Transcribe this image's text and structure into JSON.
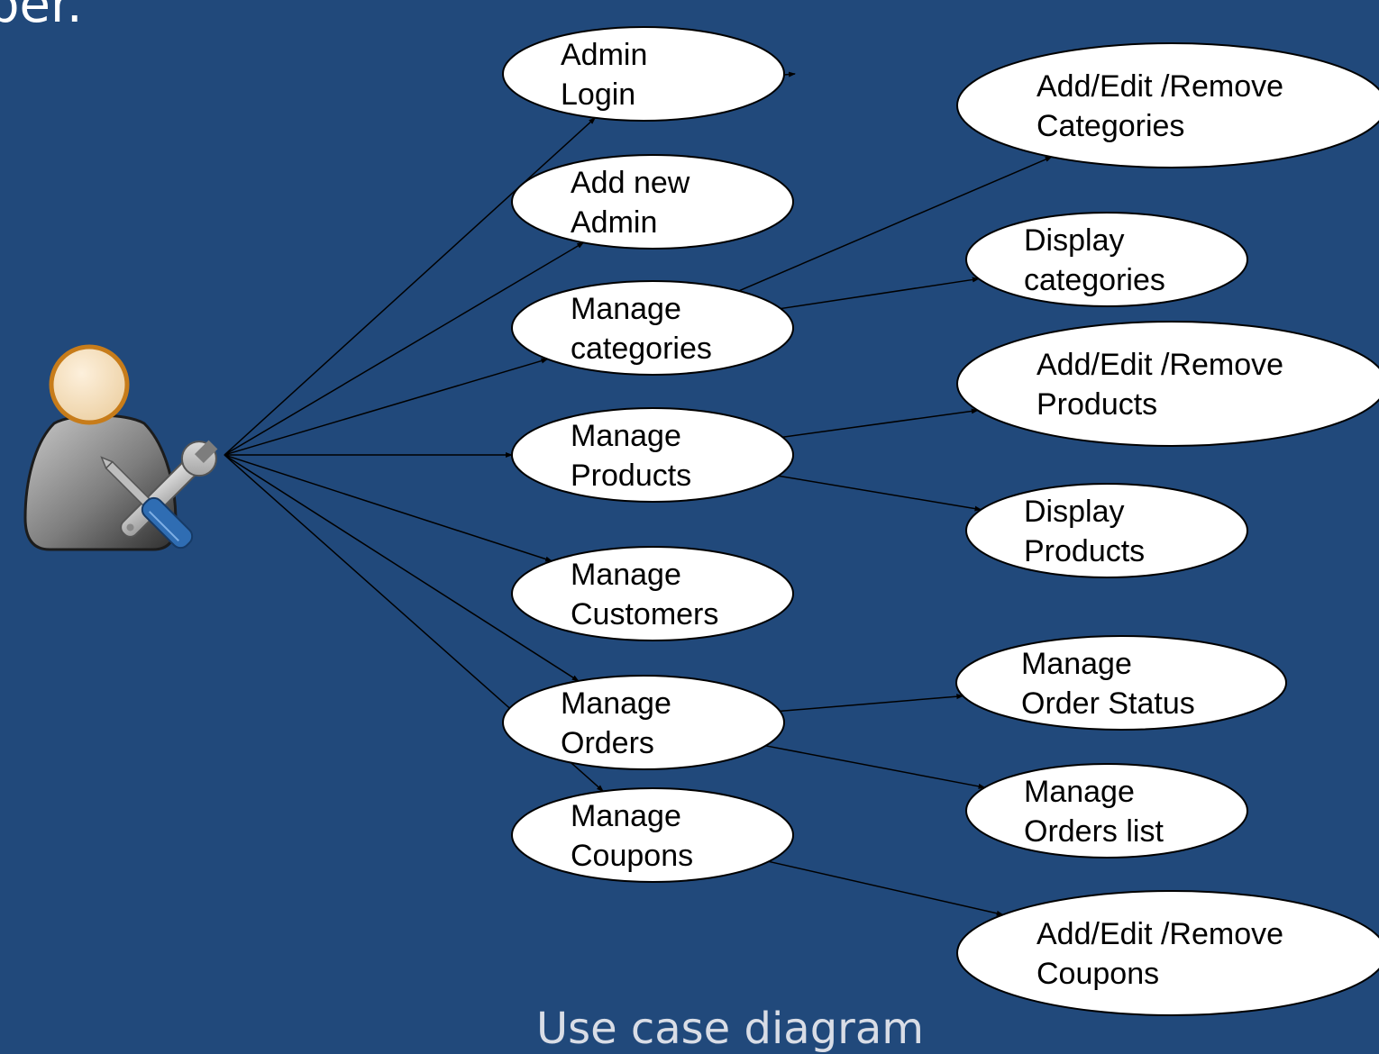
{
  "title_fragment": "ber.",
  "caption": "Use case diagram",
  "actor": {
    "icon": "admin-tools-user-icon"
  },
  "colors": {
    "background": "#21497b",
    "ellipse": "#ffffff",
    "line": "#000000"
  },
  "use_cases": [
    {
      "id": "admin-login",
      "lines": [
        "Admin",
        "Login"
      ]
    },
    {
      "id": "add-new-admin",
      "lines": [
        "Add new",
        "Admin"
      ]
    },
    {
      "id": "manage-categories",
      "lines": [
        "Manage",
        "categories"
      ]
    },
    {
      "id": "manage-products",
      "lines": [
        "Manage",
        "Products"
      ]
    },
    {
      "id": "manage-customers",
      "lines": [
        "Manage",
        "Customers"
      ]
    },
    {
      "id": "manage-orders",
      "lines": [
        "Manage",
        "Orders"
      ]
    },
    {
      "id": "manage-coupons",
      "lines": [
        "Manage",
        "Coupons"
      ]
    },
    {
      "id": "add-edit-remove-categories",
      "lines": [
        "Add/Edit /Remove",
        "Categories"
      ]
    },
    {
      "id": "display-categories",
      "lines": [
        "Display",
        "categories"
      ]
    },
    {
      "id": "add-edit-remove-products",
      "lines": [
        "Add/Edit /Remove",
        "Products"
      ]
    },
    {
      "id": "display-products",
      "lines": [
        "Display",
        "Products"
      ]
    },
    {
      "id": "manage-order-status",
      "lines": [
        "Manage",
        "Order Status"
      ]
    },
    {
      "id": "manage-orders-list",
      "lines": [
        "Manage",
        "Orders list"
      ]
    },
    {
      "id": "add-edit-remove-coupons",
      "lines": [
        "Add/Edit /Remove",
        "Coupons"
      ]
    }
  ],
  "relations": [
    [
      "actor",
      "admin-login"
    ],
    [
      "actor",
      "add-new-admin"
    ],
    [
      "actor",
      "manage-categories"
    ],
    [
      "actor",
      "manage-products"
    ],
    [
      "actor",
      "manage-customers"
    ],
    [
      "actor",
      "manage-orders"
    ],
    [
      "actor",
      "manage-coupons"
    ],
    [
      "manage-categories",
      "add-edit-remove-categories"
    ],
    [
      "manage-categories",
      "display-categories"
    ],
    [
      "manage-products",
      "add-edit-remove-products"
    ],
    [
      "manage-products",
      "display-products"
    ],
    [
      "manage-orders",
      "manage-order-status"
    ],
    [
      "manage-orders",
      "manage-orders-list"
    ],
    [
      "manage-coupons",
      "add-edit-remove-coupons"
    ]
  ]
}
